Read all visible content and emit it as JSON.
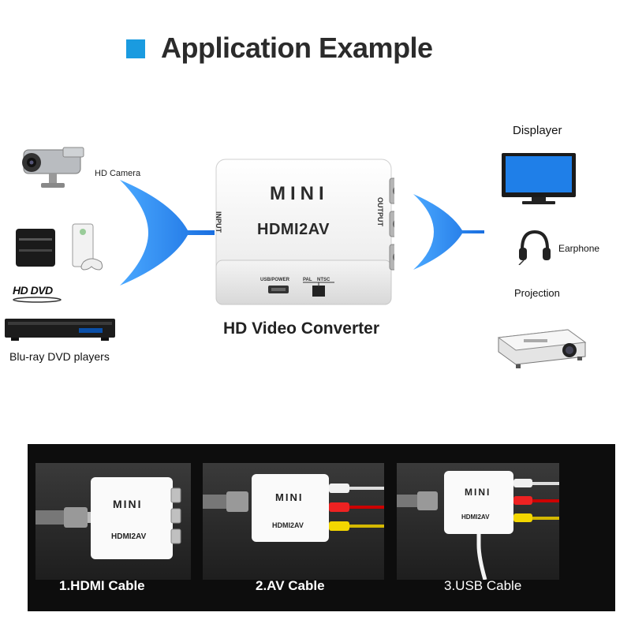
{
  "header": {
    "title": "Application Example",
    "accent": "#1a9be0"
  },
  "left_devices": {
    "hd_camera": "HD Camera",
    "hd_dvd_logo": "HD DVD",
    "bluray": "Blu-ray DVD players"
  },
  "converter": {
    "brand": "MINI",
    "model": "HDMI2AV",
    "input": "INPUT",
    "output": "OUTPUT",
    "usb_power": "USB/POWER",
    "pal": "PAL",
    "ntsc": "NTSC",
    "caption": "HD Video Converter"
  },
  "right_devices": {
    "displayer": "Displayer",
    "earphone": "Earphone",
    "projection": "Projection"
  },
  "steps": [
    {
      "label": "1.HDMI Cable",
      "brand": "MINI",
      "model": "HDMI2AV"
    },
    {
      "label": "2.AV Cable",
      "brand": "MINI",
      "model": "HDMI2AV"
    },
    {
      "label": "3.USB Cable",
      "brand": "MINI",
      "model": "HDMI2AV"
    }
  ],
  "colors": {
    "arrow": "#1a7fe8",
    "panel": "#0d0d0d"
  }
}
